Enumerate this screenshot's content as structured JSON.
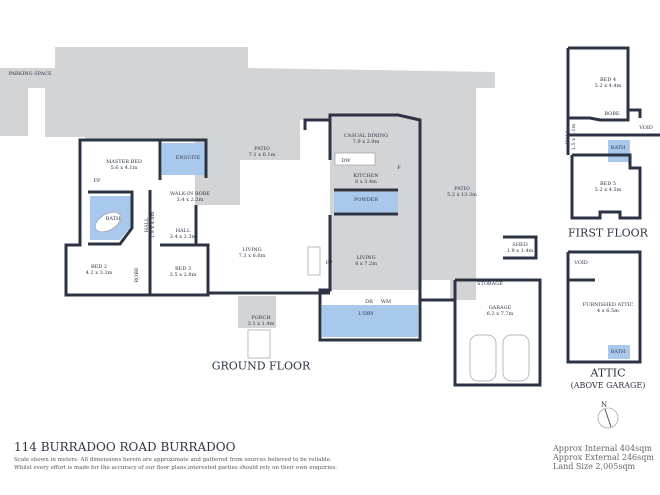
{
  "ground_floor": {
    "title": "GROUND FLOOR",
    "parking": "PARKING SPACE",
    "master_bed": {
      "name": "MASTER BED",
      "dim": "5.6 x 4.1m"
    },
    "ensuite": "ENSUITE",
    "walk_in_robe": {
      "name": "WALK-IN ROBE",
      "dim": "3.4 x 2.2m"
    },
    "fp": "FP",
    "bath": "BATH",
    "hall_1": {
      "name": "HALL",
      "dim": "1.9 x 4.8m"
    },
    "hall_2": {
      "name": "HALL",
      "dim": "3.4 x 2.3m"
    },
    "bed_2": {
      "name": "BED 2",
      "dim": "4.2 x 3.3m"
    },
    "robe": "ROBE",
    "bed_3": {
      "name": "BED 3",
      "dim": "3.5 x 2.8m"
    },
    "patio_1": {
      "name": "PATIO",
      "dim": "7.1 x 6.1m"
    },
    "living_1": {
      "name": "LIVING",
      "dim": "7.3 x 6.6m"
    },
    "porch": {
      "name": "PORCH",
      "dim": "3.1 x 1.4m"
    },
    "casual_dining": {
      "name": "CASUAL DINING",
      "dim": "7.9 x 2.9m"
    },
    "dw": "DW",
    "f": "F",
    "kitchen": {
      "name": "KITCHEN",
      "dim": "8 x 3.4m"
    },
    "powder": "POWDER",
    "living_2": {
      "name": "LIVING",
      "dim": "8 x 7.2m"
    },
    "dr": "DR",
    "wm": "WM",
    "ldry": "L'DRY",
    "patio_2": {
      "name": "PATIO",
      "dim": "5.2 x 13.3m"
    },
    "shed": {
      "name": "SHED",
      "dim": "1.9 x 1.4m"
    },
    "storage": "STORAGE",
    "garage": {
      "name": "GARAGE",
      "dim": "6.2 x 7.7m"
    }
  },
  "first_floor": {
    "title": "FIRST FLOOR",
    "bed_4": {
      "name": "BED 4",
      "dim": "5.2 x 4.4m"
    },
    "robe": "ROBE",
    "void": "VOID",
    "hall": {
      "name": "HALL",
      "dim": "1.5 x 3.1m"
    },
    "bath": "BATH",
    "bed_5": {
      "name": "BED 5",
      "dim": "5.2 x 4.5m"
    }
  },
  "attic": {
    "title": "ATTIC",
    "subtitle": "(ABOVE GARAGE)",
    "void": "VOID",
    "room": {
      "name": "FURNISHED ATTIC",
      "dim": "4 x 6.5m"
    },
    "bath": "BATH"
  },
  "compass": "N",
  "footer": {
    "address": "114 BURRADOO ROAD BURRADOO",
    "disclaimer_1": "Scale shown in meters. All dimensions herein are approximate and gathered from sources believed to be  reliable.",
    "disclaimer_2": "Whilst every effort is made for the accuracy of our floor plans,interested parties should rely on their own enquiries.",
    "internal": "Approx Internal 404sqm",
    "external": "Approx External 246sqm",
    "land": "Land Size 2,005sqm"
  },
  "colors": {
    "wall": "#2c3444",
    "wet_area": "#a9c9ec",
    "outdoor": "#d3d4d6"
  }
}
